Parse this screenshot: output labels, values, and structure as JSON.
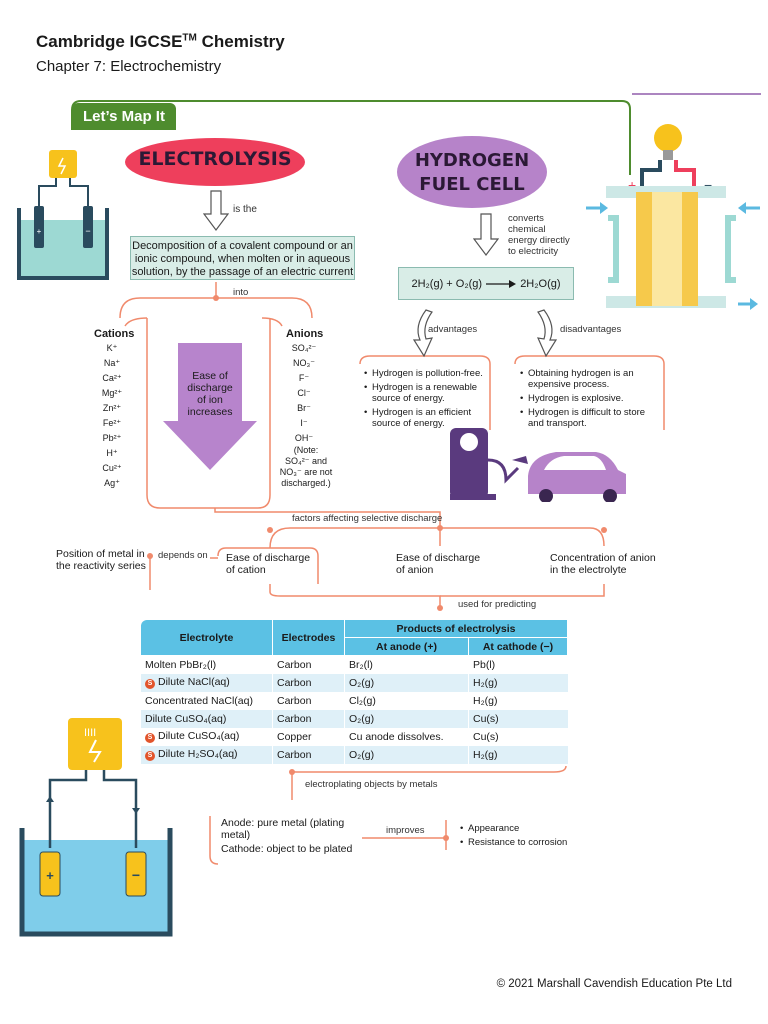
{
  "header": {
    "book_title": "Cambridge IGCSE",
    "tm": "TM",
    "book_subject": " Chemistry",
    "chapter": "Chapter 7: Electrochemistry"
  },
  "map_tab": "Let’s Map It",
  "electrolysis": {
    "title": "ELECTROLYSIS",
    "is_the": "is the",
    "definition": "Decomposition of a covalent compound or an ionic compound, when molten or in aqueous solution, by the passage of an electric current",
    "into": "into",
    "cations_label": "Cations",
    "cations": [
      "K⁺",
      "Na⁺",
      "Ca²⁺",
      "Mg²⁺",
      "Zn²⁺",
      "Fe²⁺",
      "Pb²⁺",
      "H⁺",
      "Cu²⁺",
      "Ag⁺"
    ],
    "anions_label": "Anions",
    "anions": [
      "SO₄²⁻",
      "NO₃⁻",
      "F⁻",
      "Cl⁻",
      "Br⁻",
      "I⁻",
      "OH⁻"
    ],
    "anions_note": [
      "(Note:",
      "SO₄²⁻ and",
      "NO₃⁻ are not",
      "discharged.)"
    ],
    "ease_arrow": [
      "Ease of",
      "discharge",
      "of ion",
      "increases"
    ]
  },
  "fuel_cell": {
    "title_line1": "HYDROGEN",
    "title_line2": "FUEL CELL",
    "converts": [
      "converts",
      "chemical",
      "energy directly",
      "to electricity"
    ],
    "equation_left": "2H₂(g) + O₂(g)",
    "equation_right": "2H₂O(g)",
    "advantages_label": "advantages",
    "disadvantages_label": "disadvantages",
    "advantages": [
      "Hydrogen is pollution-free.",
      "Hydrogen is a renewable source of energy.",
      "Hydrogen is an efficient source of energy."
    ],
    "disadvantages": [
      "Obtaining hydrogen is an expensive process.",
      "Hydrogen is explosive.",
      "Hydrogen is difficult to store and transport."
    ]
  },
  "factors": {
    "label": "factors affecting selective discharge",
    "position_metal": "Position of metal in the reactivity series",
    "depends_on": "depends on",
    "cation": "Ease of discharge of cation",
    "anion": "Ease of discharge of anion",
    "concentration": "Concentration of anion in the electrolyte",
    "used_for": "used for predicting"
  },
  "products_table": {
    "headers": {
      "electrolyte": "Electrolyte",
      "electrodes": "Electrodes",
      "products": "Products of electrolysis",
      "anode": "At anode (+)",
      "cathode": "At cathode (−)"
    },
    "rows": [
      {
        "s": false,
        "electrolyte": "Molten PbBr₂(l)",
        "electrode": "Carbon",
        "anode": "Br₂(l)",
        "cathode": "Pb(l)"
      },
      {
        "s": true,
        "electrolyte": "Dilute NaCl(aq)",
        "electrode": "Carbon",
        "anode": "O₂(g)",
        "cathode": "H₂(g)"
      },
      {
        "s": false,
        "electrolyte": "Concentrated NaCl(aq)",
        "electrode": "Carbon",
        "anode": "Cl₂(g)",
        "cathode": "H₂(g)"
      },
      {
        "s": false,
        "electrolyte": "Dilute CuSO₄(aq)",
        "electrode": "Carbon",
        "anode": "O₂(g)",
        "cathode": "Cu(s)"
      },
      {
        "s": true,
        "electrolyte": "Dilute CuSO₄(aq)",
        "electrode": "Copper",
        "anode": "Cu anode dissolves.",
        "cathode": "Cu(s)"
      },
      {
        "s": true,
        "electrolyte": "Dilute H₂SO₄(aq)",
        "electrode": "Carbon",
        "anode": "O₂(g)",
        "cathode": "H₂(g)"
      }
    ],
    "s_badge": "S"
  },
  "electroplating": {
    "label": "electroplating objects by metals",
    "anode": "Anode: pure metal (plating metal)",
    "cathode": "Cathode: object to be plated",
    "improves": "improves",
    "benefits": [
      "Appearance",
      "Resistance to corrosion"
    ]
  },
  "footer": "© 2021 Marshall Cavendish Education Pte Ltd",
  "colors": {
    "green": "#4e8c2e",
    "salmon": "#f08a6c",
    "pink_oval": "#ee3f5c",
    "purple_oval": "#b683c9",
    "teal_box": "#d9ede7",
    "table_blue": "#5bc1e4"
  }
}
